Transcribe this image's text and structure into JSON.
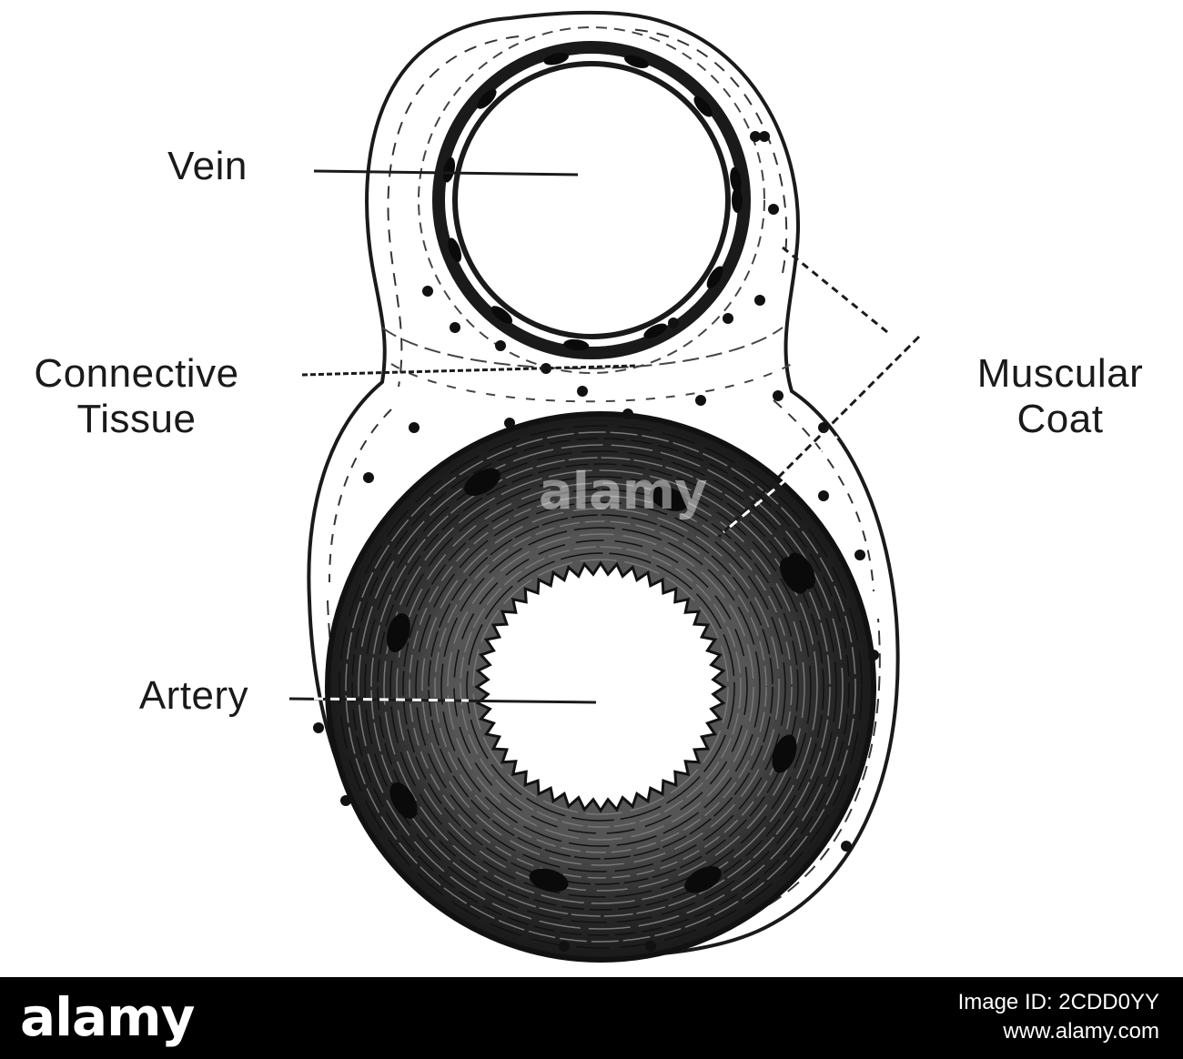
{
  "diagram": {
    "labels": {
      "vein": "Vein",
      "connective_tissue": [
        "Connective",
        "Tissue"
      ],
      "muscular_coat": [
        "Muscular",
        "Coat"
      ],
      "artery": "Artery"
    }
  },
  "footer": {
    "brand": "alamy",
    "image_id_label": "Image ID: 2CDD0YY",
    "site": "www.alamy.com"
  },
  "watermark": "alamy",
  "colors": {
    "ink": "#1a1a1a",
    "artery_wall": "#2b2b2b",
    "footer_bg": "#000000",
    "paper": "#ffffff"
  }
}
